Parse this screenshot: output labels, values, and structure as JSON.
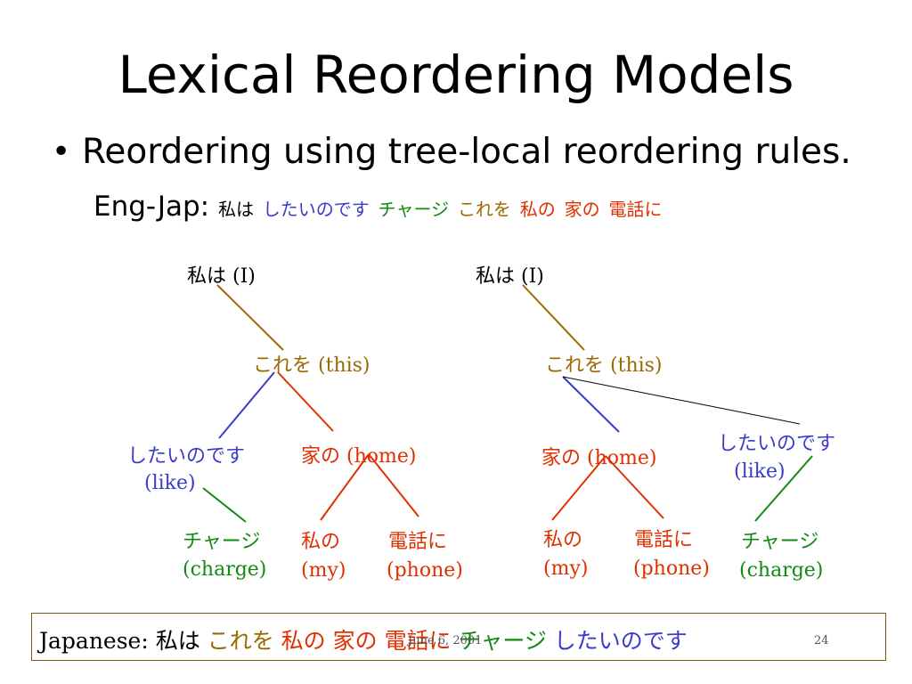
{
  "slide": {
    "title": "Lexical Reordering Models",
    "bullet": "Reordering using tree-local reordering rules.",
    "eng_jap": {
      "label": "Eng-Jap:",
      "words": [
        "私は",
        "したいのです",
        "チャージ",
        "これを",
        "私の",
        "家の",
        "電話に"
      ]
    }
  },
  "tree_left": {
    "root": {
      "jp": "私は",
      "en": "(I)"
    },
    "this": {
      "jp": "これを",
      "en": "(this)"
    },
    "like": {
      "jp": "したいのです",
      "en": "(like)"
    },
    "home": {
      "jp": "家の",
      "en": "(home)"
    },
    "charge": {
      "jp": "チャージ",
      "en": "(charge)"
    },
    "my": {
      "jp": "私の",
      "en": "(my)"
    },
    "phone": {
      "jp": "電話に",
      "en": "(phone)"
    }
  },
  "tree_right": {
    "root": {
      "jp": "私は",
      "en": "(I)"
    },
    "this": {
      "jp": "これを",
      "en": "(this)"
    },
    "home": {
      "jp": "家の",
      "en": "(home)"
    },
    "like": {
      "jp": "したいのです",
      "en": "(like)"
    },
    "my": {
      "jp": "私の",
      "en": "(my)"
    },
    "phone": {
      "jp": "電話に",
      "en": "(phone)"
    },
    "charge": {
      "jp": "チャージ",
      "en": "(charge)"
    }
  },
  "japanese_result": {
    "label": "Japanese:",
    "words": [
      "私は",
      "これを",
      "私の",
      "家の",
      "電話に",
      "チャージ",
      "したいのです"
    ]
  },
  "footer": {
    "date": "June 6, 2001",
    "page": "24"
  },
  "colors": {
    "brown": "#9a6a00",
    "blue": "#3b3bcc",
    "red": "#e03000",
    "green": "#108a10",
    "black": "#000000"
  }
}
